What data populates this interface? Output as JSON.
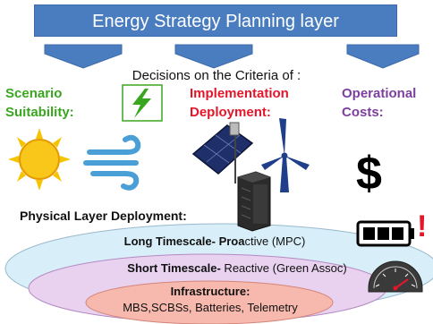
{
  "title": "Energy Strategy Planning layer",
  "decisions_heading": "Decisions on the Criteria of :",
  "criteria": {
    "scenario": [
      "Scenario",
      "Suitability:"
    ],
    "implementation": [
      "Implementation",
      "Deployment:"
    ],
    "operational": [
      "Operational",
      "Costs:"
    ]
  },
  "physical_heading": "Physical Layer Deployment:",
  "layers": {
    "long": {
      "bold": "Long Timescale-",
      "bold2": " Proa",
      "rest": "ctive (MPC)"
    },
    "short": {
      "bold": "Short Timescale-",
      "rest": " Reactive (Green Assoc)"
    },
    "infra": {
      "title": "Infrastructure:",
      "items": "MBS,SCBSs, Batteries, Telemetry"
    }
  },
  "symbols": {
    "dollar": "$",
    "exclamation": "!"
  },
  "colors": {
    "banner": "#4a7dc0",
    "arrow": "#4a7dc0",
    "scenario": "#3aa61f",
    "implementation": "#e3162a",
    "operational": "#7d3f9e",
    "outer_ellipse": "#d8eef8",
    "mid_ellipse": "#e8d2ef",
    "inner_ellipse": "#f7b9ad"
  },
  "icons": [
    "lightning-icon",
    "sun-icon",
    "wind-icon",
    "solar-panel-icon",
    "server-rack-icon",
    "wind-turbine-icon",
    "dollar-icon",
    "battery-icon",
    "speedometer-icon"
  ]
}
